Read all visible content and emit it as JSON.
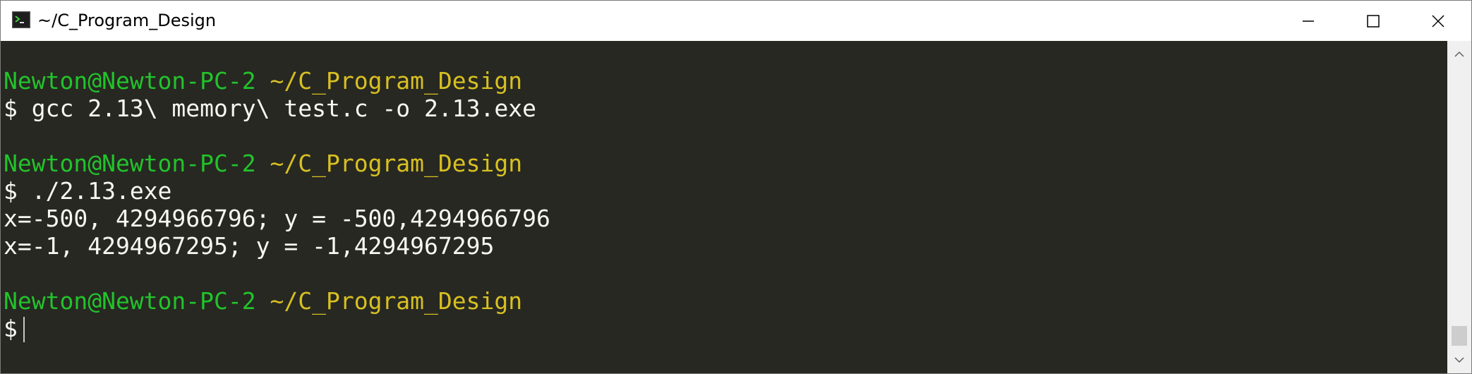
{
  "window": {
    "title": "~/C_Program_Design",
    "app_icon": "terminal-icon",
    "controls": [
      "minimize-icon",
      "maximize-icon",
      "close-icon"
    ]
  },
  "terminal": {
    "colors": {
      "background": "#272822",
      "text": "#f8f8f2",
      "user_host": "#22c32b",
      "path": "#d8c021"
    },
    "lines": [
      {
        "user_host": "Newton@Newton-PC-2",
        "path": "~/C_Program_Design"
      },
      {
        "prompt": "$",
        "text": "gcc 2.13\\ memory\\ test.c -o 2.13.exe"
      },
      {
        "text": ""
      },
      {
        "user_host": "Newton@Newton-PC-2",
        "path": "~/C_Program_Design"
      },
      {
        "prompt": "$",
        "text": "./2.13.exe"
      },
      {
        "text": "x=-500, 4294966796; y = -500,4294966796"
      },
      {
        "text": "x=-1, 4294967295; y = -1,4294967295"
      },
      {
        "text": ""
      },
      {
        "user_host": "Newton@Newton-PC-2",
        "path": "~/C_Program_Design"
      },
      {
        "prompt": "$",
        "text": ""
      }
    ]
  },
  "scrollbar": {
    "up_icon": "scroll-up-arrow-icon",
    "down_icon": "scroll-down-arrow-icon",
    "position": "bottom"
  }
}
